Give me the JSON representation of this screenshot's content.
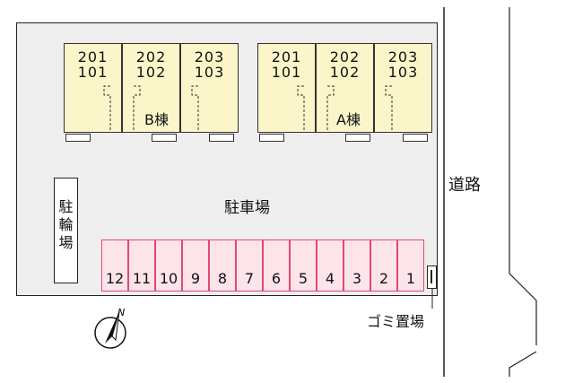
{
  "buildings": [
    {
      "name": "B棟",
      "units": [
        {
          "top": "201",
          "bottom": "101"
        },
        {
          "top": "202",
          "bottom": "102"
        },
        {
          "top": "203",
          "bottom": "103"
        }
      ]
    },
    {
      "name": "A棟",
      "units": [
        {
          "top": "201",
          "bottom": "101"
        },
        {
          "top": "202",
          "bottom": "102"
        },
        {
          "top": "203",
          "bottom": "103"
        }
      ]
    }
  ],
  "labels": {
    "parking": "駐車場",
    "bicycle_parking_1": "駐",
    "bicycle_parking_2": "輪",
    "bicycle_parking_3": "場",
    "road": "道路",
    "garbage": "ゴミ置場",
    "north": "N"
  },
  "parking_spaces": [
    "12",
    "11",
    "10",
    "9",
    "8",
    "7",
    "6",
    "5",
    "4",
    "3",
    "2",
    "1"
  ],
  "colors": {
    "unit_fill": "#fbf6c9",
    "space_fill": "#fde4ea",
    "space_border": "#e04a6e",
    "lot_fill": "#eeeeee"
  }
}
